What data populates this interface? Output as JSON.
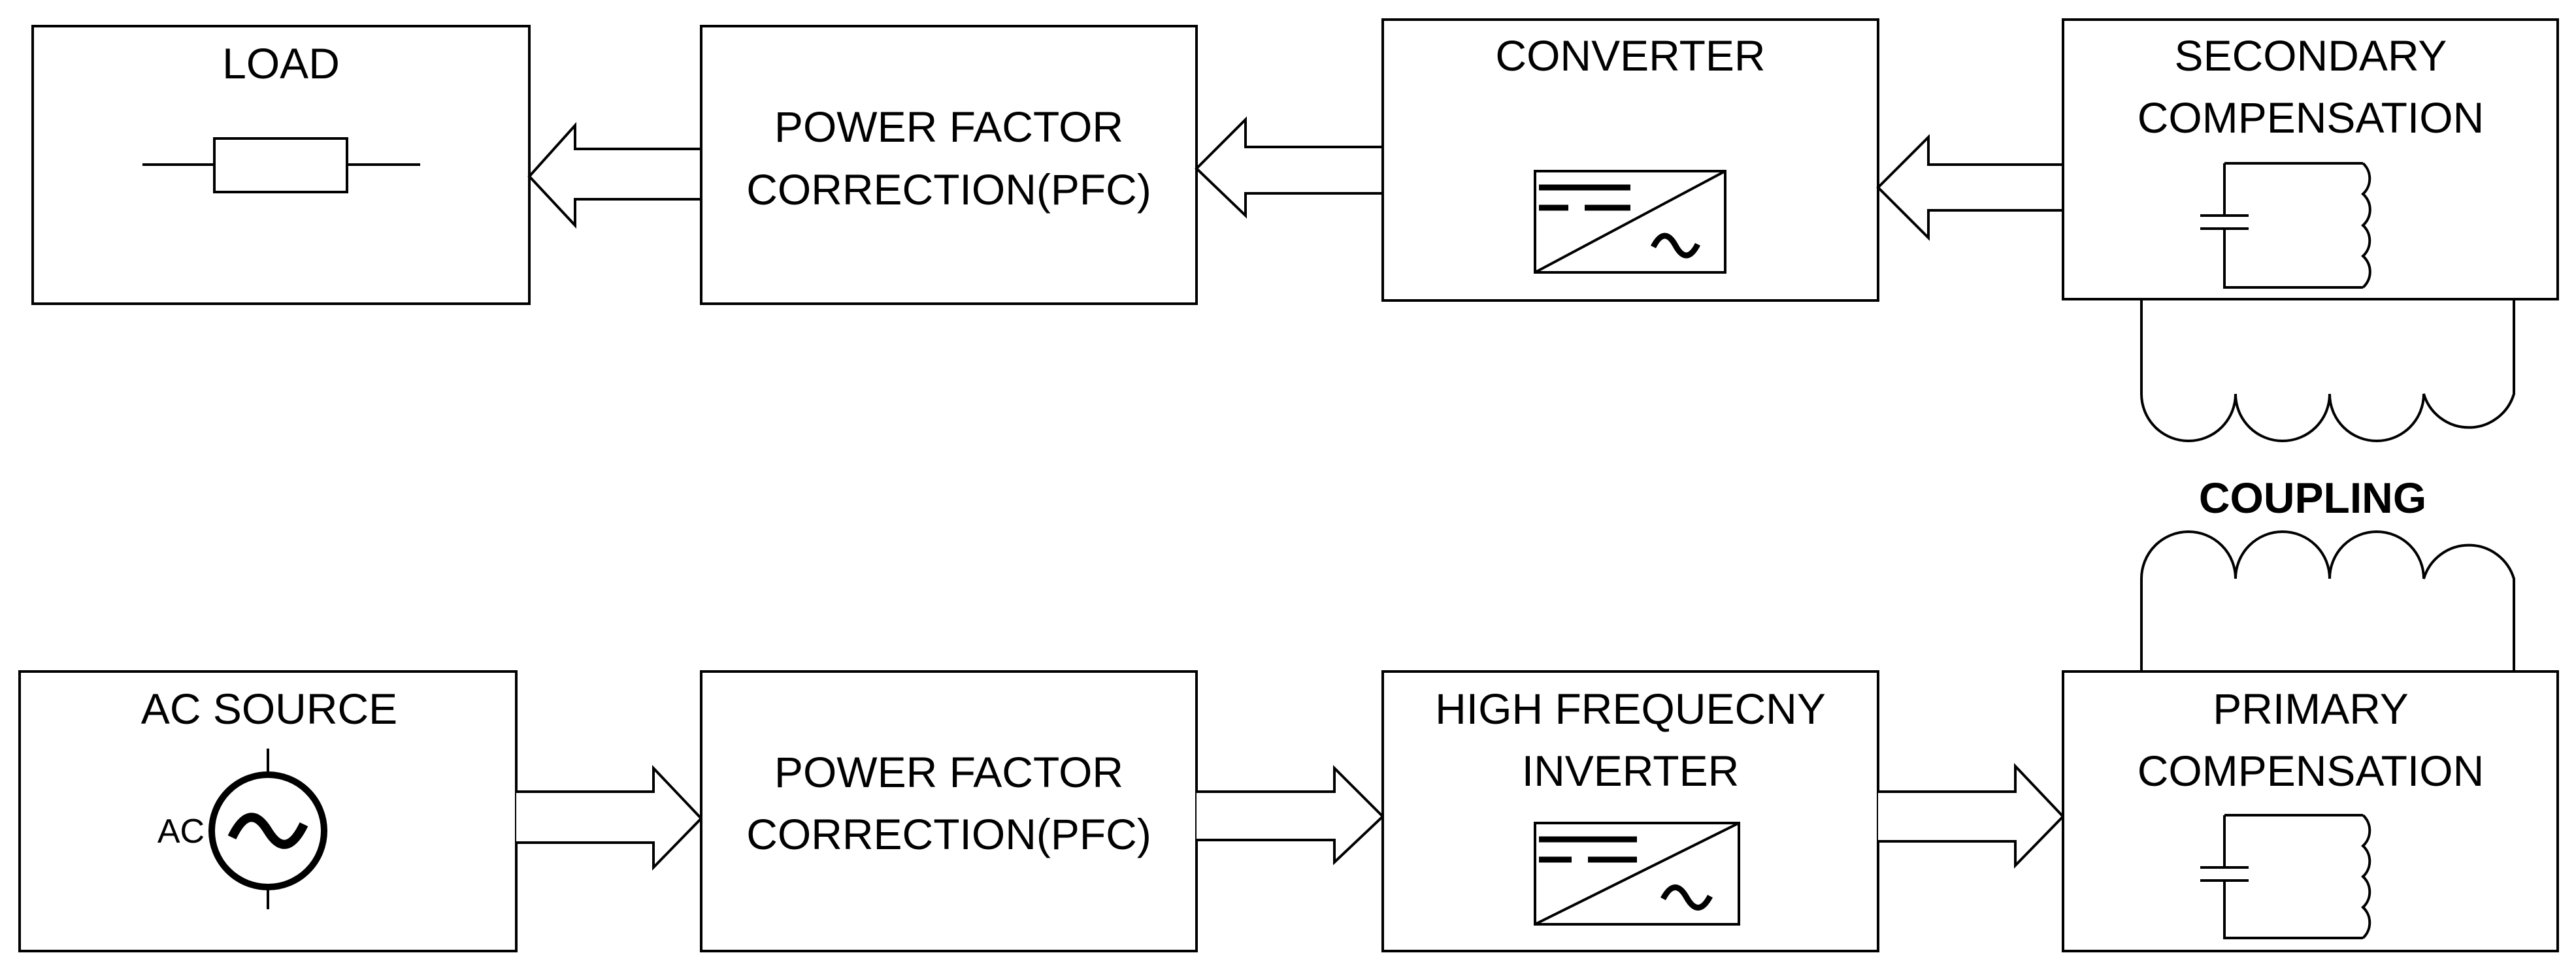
{
  "blocks": {
    "load": {
      "line1": "LOAD"
    },
    "pfc_secondary": {
      "line1": "POWER FACTOR",
      "line2": "CORRECTION(PFC)"
    },
    "converter": {
      "line1": "CONVERTER"
    },
    "secondary_comp": {
      "line1": "SECONDARY",
      "line2": "COMPENSATION"
    },
    "ac_source": {
      "line1": "AC SOURCE",
      "symbol_label": "AC"
    },
    "pfc_primary": {
      "line1": "POWER FACTOR",
      "line2": "CORRECTION(PFC)"
    },
    "hf_inverter": {
      "line1": "HIGH FREQUECNY",
      "line2": "INVERTER"
    },
    "primary_comp": {
      "line1": "PRIMARY",
      "line2": "COMPENSATION"
    }
  },
  "coupling": {
    "label": "COUPLING"
  },
  "colors": {
    "stroke": "#000000",
    "fill": "#ffffff"
  },
  "icons": [
    "resistor-icon",
    "dc-ac-converter-icon",
    "lc-tank-icon",
    "ac-source-icon",
    "coil-icon"
  ]
}
